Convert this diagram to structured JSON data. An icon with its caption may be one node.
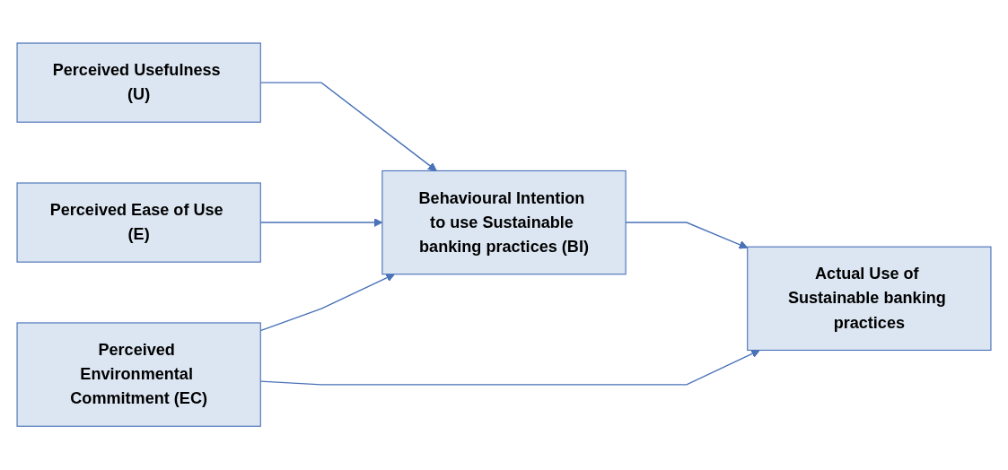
{
  "diagram": {
    "nodes": [
      {
        "text": [
          "Perceived Usefulness (U)"
        ]
      },
      {
        "text": [
          "Perceived Ease of Use (E)"
        ]
      },
      {
        "text": [
          "Perceived Environmental Commitment (EC)"
        ]
      },
      {
        "text": [
          "Behavioural Intention to use Sustainable banking practices (BI)"
        ]
      },
      {
        "text": [
          "Actual Use of Sustainable banking practices"
        ]
      }
    ],
    "edges": [
      {
        "from": 0,
        "to": 3,
        "arrow": "to"
      },
      {
        "from": 1,
        "to": 3,
        "arrow": "to"
      },
      {
        "from": 2,
        "to": 3,
        "arrow": "to"
      },
      {
        "from": 3,
        "to": 4,
        "arrow": "to"
      },
      {
        "from": 2,
        "to": 4,
        "arrow": "to"
      }
    ]
  }
}
